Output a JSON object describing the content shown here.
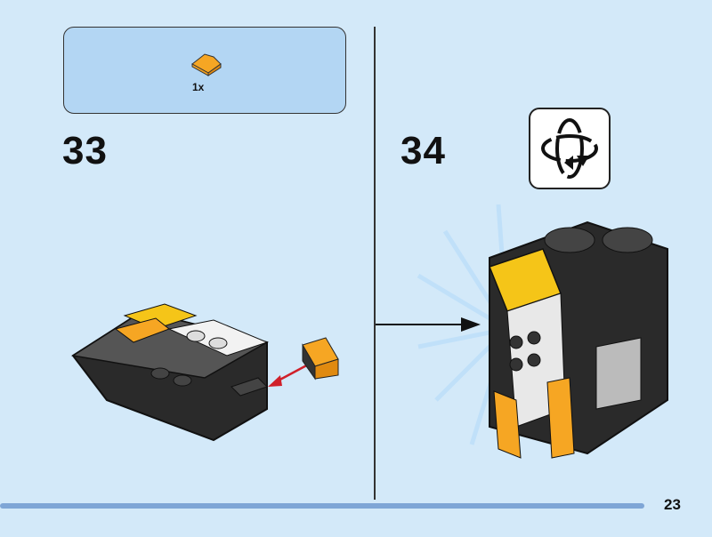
{
  "parts_list": {
    "quantity": "1x",
    "part": "orange-slope-1x1"
  },
  "steps": [
    {
      "number": "33"
    },
    {
      "number": "34"
    }
  ],
  "rotate_icon": "rotate-model-icon",
  "page_number": "23",
  "colors": {
    "background": "#d3e9f9",
    "parts_box": "#b3d6f3",
    "brick_orange": "#f6a623",
    "brick_yellow": "#f5c518",
    "brick_black": "#2a2a2a",
    "arrow_red": "#d0202a",
    "bar": "#7fa6d6"
  }
}
